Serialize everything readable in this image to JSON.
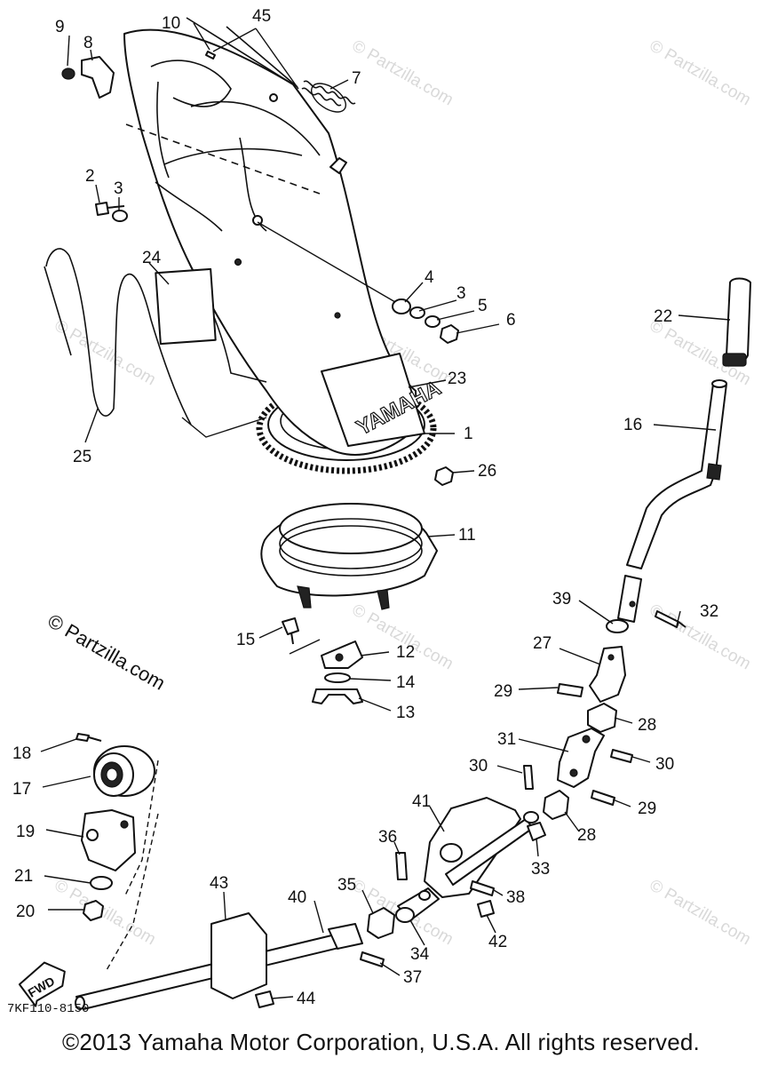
{
  "diagram": {
    "copyright": "©2013 Yamaha Motor Corporation, U.S.A. All rights reserved.",
    "drawing_code": "7KF110-8150",
    "watermark_main": "© Partzilla.com",
    "watermark_faint": "© Partzilla.com",
    "brand_decal": "YAMAHA",
    "fwd_label": "FWD",
    "callouts": {
      "p1": "1",
      "p2": "2",
      "p3a": "3",
      "p3b": "3",
      "p4": "4",
      "p5": "5",
      "p6": "6",
      "p7": "7",
      "p8": "8",
      "p9": "9",
      "p10": "10",
      "p11": "11",
      "p12": "12",
      "p13": "13",
      "p14": "14",
      "p15": "15",
      "p16": "16",
      "p17": "17",
      "p18": "18",
      "p19": "19",
      "p20": "20",
      "p21": "21",
      "p22": "22",
      "p23": "23",
      "p24": "24",
      "p25": "25",
      "p26": "26",
      "p27": "27",
      "p28a": "28",
      "p28b": "28",
      "p29a": "29",
      "p29b": "29",
      "p30a": "30",
      "p30b": "30",
      "p31": "31",
      "p32": "32",
      "p33": "33",
      "p34": "34",
      "p35": "35",
      "p36": "36",
      "p37": "37",
      "p38": "38",
      "p39": "39",
      "p40": "40",
      "p41": "41",
      "p42": "42",
      "p43": "43",
      "p44": "44",
      "p45": "45"
    }
  }
}
